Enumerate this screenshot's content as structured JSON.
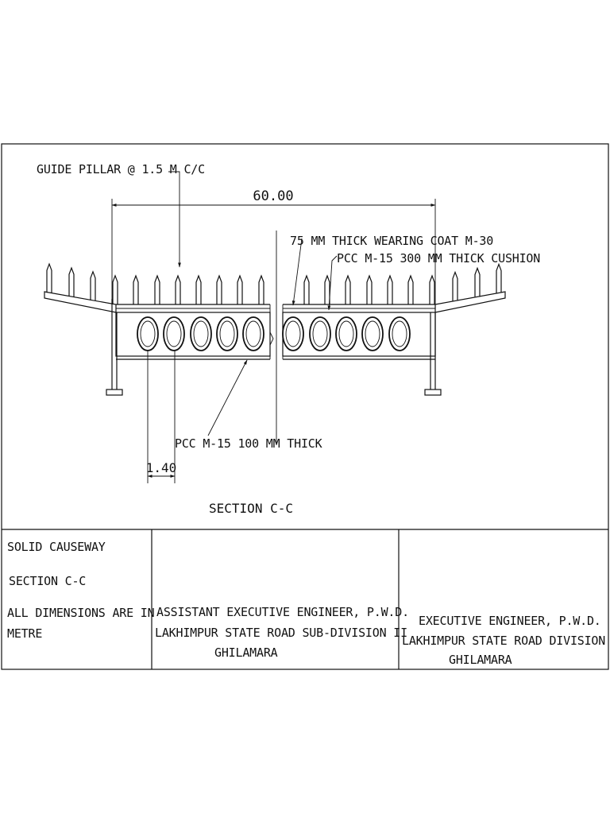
{
  "drawing": {
    "guide_pillar_label": "GUIDE PILLAR @ 1.5 M C/C",
    "overall_dimension": "60.00",
    "wearing_coat_label": "75 MM THICK WEARING COAT M-30",
    "cushion_label": "PCC M-15 300 MM THICK CUSHION",
    "base_label": "PCC M-15 100 MM THICK",
    "pipe_dimension": "1.40",
    "section_title": "SECTION C-C"
  },
  "title_block": {
    "col1": {
      "line1": "SOLID CAUSEWAY",
      "line2": "SECTION C-C",
      "line3": "ALL DIMENSIONS ARE IN",
      "line4": "METRE"
    },
    "col2": {
      "line1": "ASSISTANT EXECUTIVE ENGINEER, P.W.D.",
      "line2": "LAKHIMPUR STATE ROAD SUB-DIVISION II",
      "line3": "GHILAMARA"
    },
    "col3": {
      "line1": "EXECUTIVE ENGINEER, P.W.D.",
      "line2": "LAKHIMPUR STATE ROAD DIVISION",
      "line3": "GHILAMARA"
    }
  },
  "colors": {
    "ink": "#111111",
    "paper": "#ffffff",
    "fill_hatch": "#bdbdbd"
  }
}
